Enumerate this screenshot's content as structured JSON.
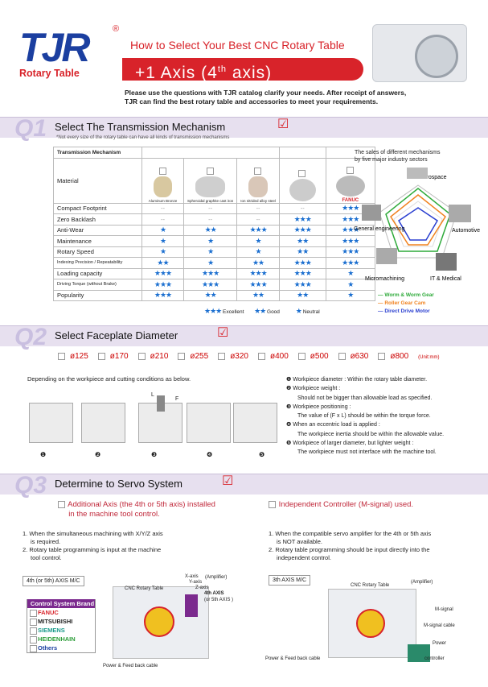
{
  "header": {
    "logo": "TJR",
    "logo_sub": "Rotary Table",
    "reg": "®",
    "title": "How to Select Your Best CNC Rotary Table",
    "banner": "+1 Axis (4",
    "banner_sup": "th",
    "banner_end": " axis)",
    "intro1": "Please use the questions with TJR catalog clarify your needs. After receipt of answers,",
    "intro2": "TJR can find the best rotary table and accessories to meet your requirements."
  },
  "q1": {
    "num": "Q1",
    "title": "Select The Transmission Mechanism",
    "note": "*Not every size of the rotary table can have all kinds of transmission mechanisms",
    "head": [
      "Transmission Mechanism",
      "Worm & Worm Gear",
      "Roller Gear Cam",
      "Direct Drive Motor"
    ],
    "materials": [
      "Aluminum Bronze",
      "Spheroidal graphite cast iron",
      "Ion nitrided alloy steel",
      "",
      "FANUC"
    ],
    "rows": [
      {
        "label": "Material"
      },
      {
        "label": "Compact Footprint",
        "v": [
          "--",
          "--",
          "--",
          "--",
          "★★★"
        ]
      },
      {
        "label": "Zero Backlash",
        "v": [
          "--",
          "--",
          "--",
          "★★★",
          "★★★"
        ]
      },
      {
        "label": "Anti-Wear",
        "v": [
          "★",
          "★★",
          "★★★",
          "★★★",
          "★★★"
        ]
      },
      {
        "label": "Maintenance",
        "v": [
          "★",
          "★",
          "★",
          "★★",
          "★★★"
        ]
      },
      {
        "label": "Rotary Speed",
        "v": [
          "★",
          "★",
          "★",
          "★★",
          "★★★"
        ]
      },
      {
        "label": "Indexing Precision / Repeatability",
        "v": [
          "★★",
          "★",
          "★★",
          "★★★",
          "★★★"
        ]
      },
      {
        "label": "Loading capacity",
        "v": [
          "★★★",
          "★★★",
          "★★★",
          "★★★",
          "★"
        ]
      },
      {
        "label": "Driving Torque (without Brake)",
        "v": [
          "★★★",
          "★★★",
          "★★★",
          "★★★",
          "★"
        ]
      },
      {
        "label": "Popularity",
        "v": [
          "★★★",
          "★★",
          "★★",
          "★★",
          "★"
        ]
      }
    ],
    "legend": [
      "Excellent",
      "Good",
      "Neutral"
    ],
    "sales": [
      "The sales of different mechanisms",
      "by five major industry sectors"
    ],
    "sectors": [
      "Aerospace",
      "Automotive",
      "IT & Medical",
      "Micromachining",
      "General engineering"
    ],
    "series": [
      "Worm & Worm Gear",
      "Roller Gear Cam",
      "Direct Drive Motor"
    ],
    "colors": {
      "worm": "#2eaa3a",
      "roller": "#f0821e",
      "direct": "#2a3fd0"
    }
  },
  "q2": {
    "num": "Q2",
    "title": "Select Faceplate Diameter",
    "diameters": [
      "ø125",
      "ø170",
      "ø210",
      "ø255",
      "ø320",
      "ø400",
      "ø500",
      "ø630",
      "ø800"
    ],
    "unit": "(Unit:mm)",
    "left": "Depending on the workpiece and cutting conditions as below.",
    "points": [
      "Workpiece diameter : Within the rotary table diameter.",
      "Workpiece weight :",
      "Should not be bigger than allowable load as specified.",
      "Workpiece positioning :",
      "The value of (F x L) should be within the torque force.",
      "When an eccentric load is applied :",
      "The workpiece inertia should be within the allowable value.",
      "Workpiece of larger diameter, but lighter weight :",
      "The workpiece must not interface with the machine tool."
    ],
    "nums": [
      "❶",
      "❷",
      "❸",
      "❹",
      "❺"
    ],
    "L": "L",
    "F": "F"
  },
  "q3": {
    "num": "Q3",
    "title": "Determine to Servo System",
    "optA1": "Additional Axis (the 4th or 5th axis) installed",
    "optA2": "in the machine tool control.",
    "optB": "Independent Controller (M-signal) used.",
    "a1": "1. When the simultaneous machining with X/Y/Z axis",
    "a1b": "is required.",
    "a2": "2. Rotary table programming is input at the machine",
    "a2b": "tool control.",
    "b1": "1. When the compatible servo amplifier for the 4th or 5th axis",
    "b1b": "is NOT available.",
    "b2": "2. Rotary table programming should be input directly into the",
    "b2b": "independent control.",
    "axisA": "4th (or 5th) AXIS M/C",
    "axisB": "3th AXIS M/C",
    "brandTitle": "Control System Brand",
    "brands": [
      "FANUC",
      "MITSUBISHI",
      "SIEMENS",
      "HEIDENHAIN",
      "Others"
    ],
    "cncA": "CNC Rotary Table",
    "amp": "(Amplifier)",
    "xyz": [
      "X-axis",
      "Y-axis",
      "Z-axis"
    ],
    "axis4": "4th AXIS",
    "axis5": "(or 5th AXIS )",
    "pfA": "Power & Feed back cable",
    "cncB": "CNC Rotary Table",
    "ampB": "(Amplifier)",
    "msig": "M-signal",
    "msigc": "M-signal cable",
    "power": "Power",
    "controller": "controller",
    "pfB": "Power & Feed back cable"
  }
}
